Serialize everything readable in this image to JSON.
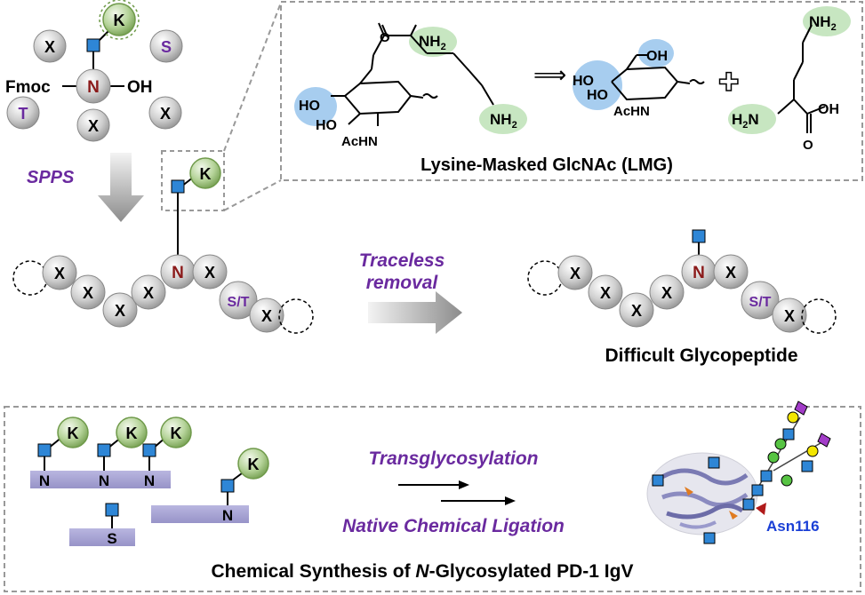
{
  "colors": {
    "bead": "#c8c8c8",
    "lys": "#a9c98a",
    "glcnac": "#2e86d6",
    "purple_text": "#6a2a9f",
    "asn": "#8b1a1a",
    "box_border": "#999999",
    "bar": "#a9a6d6",
    "amine_highlight": "#c7e6c1",
    "hydroxyl_highlight": "#a7cdef",
    "galactose": "#f3e600",
    "mannose": "#57c443",
    "sialic": "#a23cc8"
  },
  "top_left": {
    "bead_x": "X",
    "bead_s": "S",
    "bead_t": "T",
    "bead_n": "N",
    "lys": "K",
    "fmoc": "Fmoc",
    "oh": "OH",
    "spps": "SPPS"
  },
  "lmg": {
    "nh2_top": "NH",
    "nh2_sub": "2",
    "nh2_side": "NH",
    "nh2_side_sub": "2",
    "o": "O",
    "ho": "HO",
    "acnh": "AcHN",
    "oh": "OH",
    "ho_glc": "HO",
    "acnh_glc": "AcHN",
    "oh_glc": "OH",
    "ho2": "HO",
    "lys_nh2_top": "NH",
    "lys_nh2_top_sub": "2",
    "lys_h2n": "H",
    "lys_h2n_sub": "2",
    "lys_n": "N",
    "lys_oh": "OH",
    "lys_o": "O",
    "title": "Lysine-Masked GlcNAc (LMG)",
    "retro": "⟹",
    "plus": "✚"
  },
  "middle": {
    "x": "X",
    "n": "N",
    "st": "S/T",
    "k": "K",
    "traceless_1": "Traceless",
    "traceless_2": "removal",
    "product": "Difficult Glycopeptide"
  },
  "bottom": {
    "k": "K",
    "n": "N",
    "s": "S",
    "transglyco": "Transglycosylation",
    "ncl": "Native Chemical Ligation",
    "asn": "Asn116",
    "title_pre": "Chemical Synthesis of ",
    "title_italic": "N",
    "title_post": "-Glycosylated PD-1 IgV"
  }
}
